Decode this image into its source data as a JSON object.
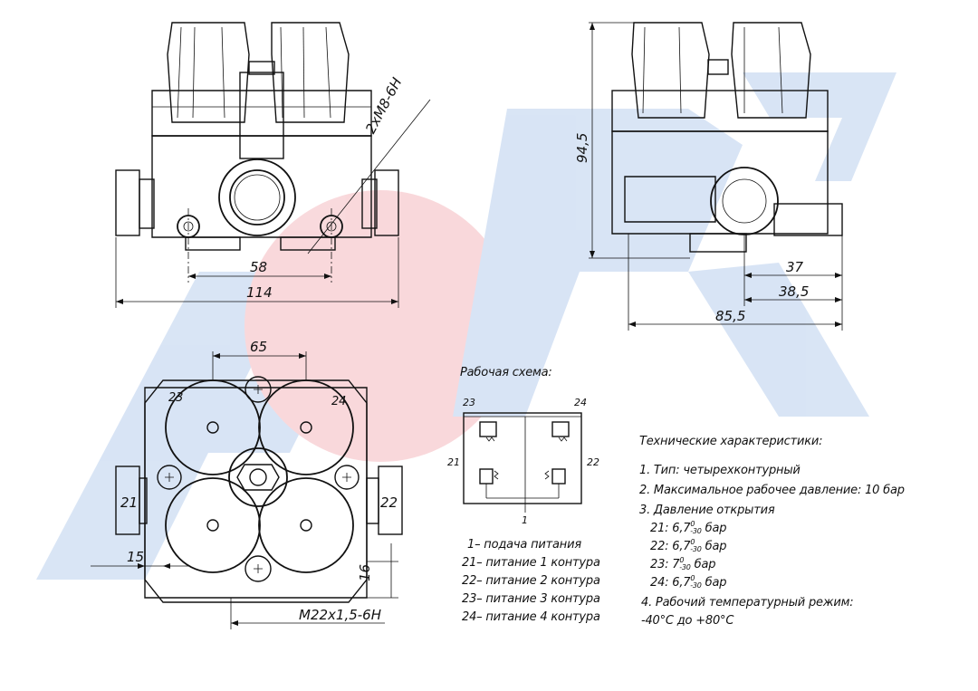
{
  "dimensions": {
    "thread_top": "2хM8-6H",
    "d58": "58",
    "d114": "114",
    "d94_5": "94,5",
    "d37": "37",
    "d38_5": "38,5",
    "d85_5": "85,5",
    "d65": "65",
    "d15": "15",
    "d16": "16",
    "thread_bottom": "M22x1,5-6H"
  },
  "ports": {
    "p21": "21",
    "p22": "22",
    "p23": "23",
    "p24": "24",
    "p1": "1"
  },
  "schema": {
    "title": "Рабочая схема:",
    "legend": [
      "1– подача питания",
      "21– питание 1 контура",
      "22– питание 2 контура",
      "23– питание 3 контура",
      "24– питание 4 контура"
    ]
  },
  "specs": {
    "title": "Технические характеристики:",
    "item1": "1. Тип: четырехконтурный",
    "item2": "2. Максимальное рабочее давление: 10 бар",
    "item3": "3. Давление открытия",
    "open21_pre": "21: 6,7",
    "open22_pre": "22: 6,7",
    "open23_pre": "23: 7",
    "open24_pre": "24: 6,7",
    "tol_upper": "0",
    "tol_lower": "-30",
    "unit": "бар",
    "item4": "4. Рабочий температурный режим:",
    "temp": "-40°С до +80°С"
  },
  "colors": {
    "watermark_blue": "#2f6fc9",
    "watermark_red": "#e03040",
    "line": "#111111"
  }
}
